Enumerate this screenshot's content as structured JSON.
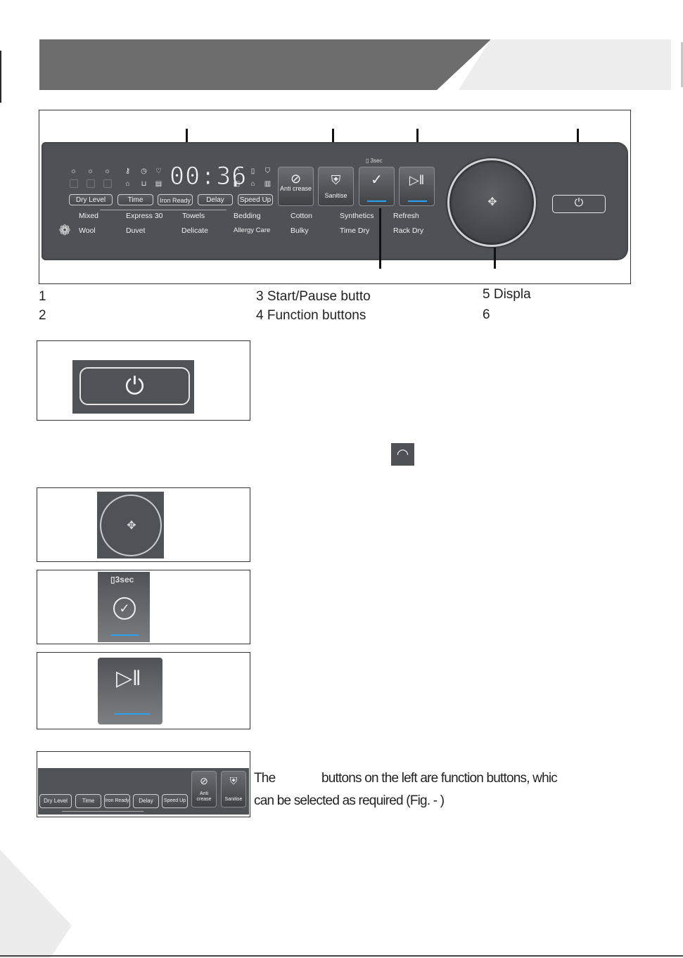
{
  "panel": {
    "display_time": "00:36",
    "three_sec_label": "3sec",
    "buttons_row": [
      "Dry Level",
      "Time",
      "Iron Ready",
      "Delay",
      "Speed Up"
    ],
    "programs_row1": [
      "Mixed",
      "Express 30",
      "Towels",
      "Bedding",
      "Cotton",
      "Synthetics",
      "Refresh"
    ],
    "programs_row2": [
      "Wool",
      "Duvet",
      "Delicate",
      "Allergy Care",
      "Bulky",
      "Time Dry",
      "Rack Dry"
    ],
    "anti_crease_label": "Anti crease",
    "sanitise_label": "Sanitise"
  },
  "legend": {
    "n1": "1",
    "n2": "2",
    "n3": "3 Start/Pause butto",
    "n4": "4 Function buttons",
    "n5": "5 Displa",
    "n6": "6"
  },
  "figures": {
    "three_sec_label": "3sec",
    "function_buttons": [
      "Dry Level",
      "Time",
      "Iron Ready",
      "Delay",
      "Speed Up"
    ],
    "anti_crease_label": "Anti crease",
    "sanitise_label": "Sanitise"
  },
  "body": {
    "line1_a": "The",
    "line1_b": "buttons on the left are function buttons, whic",
    "line2": "can be selected as required (Fig.   -  )"
  },
  "colors": {
    "panel": "#4e5155",
    "accent_blue": "#2aa0ff",
    "header_dark": "#6d6d6d"
  }
}
